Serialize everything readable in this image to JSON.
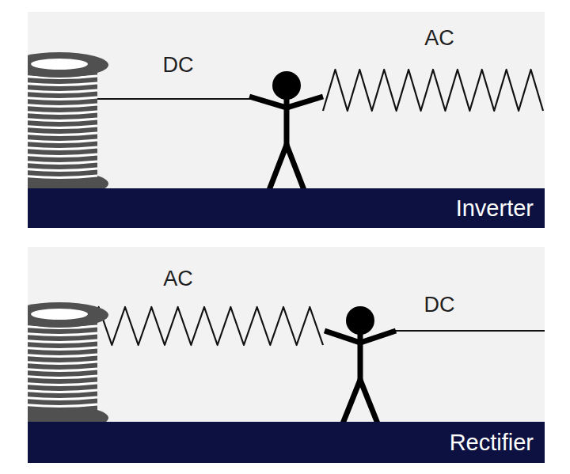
{
  "diagram": {
    "nodes": [
      {
        "text": [
          "Inverter"
        ]
      },
      {
        "text": [
          "Rectifier"
        ]
      }
    ],
    "labels": [
      "DC",
      "AC",
      "AC",
      "DC"
    ]
  }
}
